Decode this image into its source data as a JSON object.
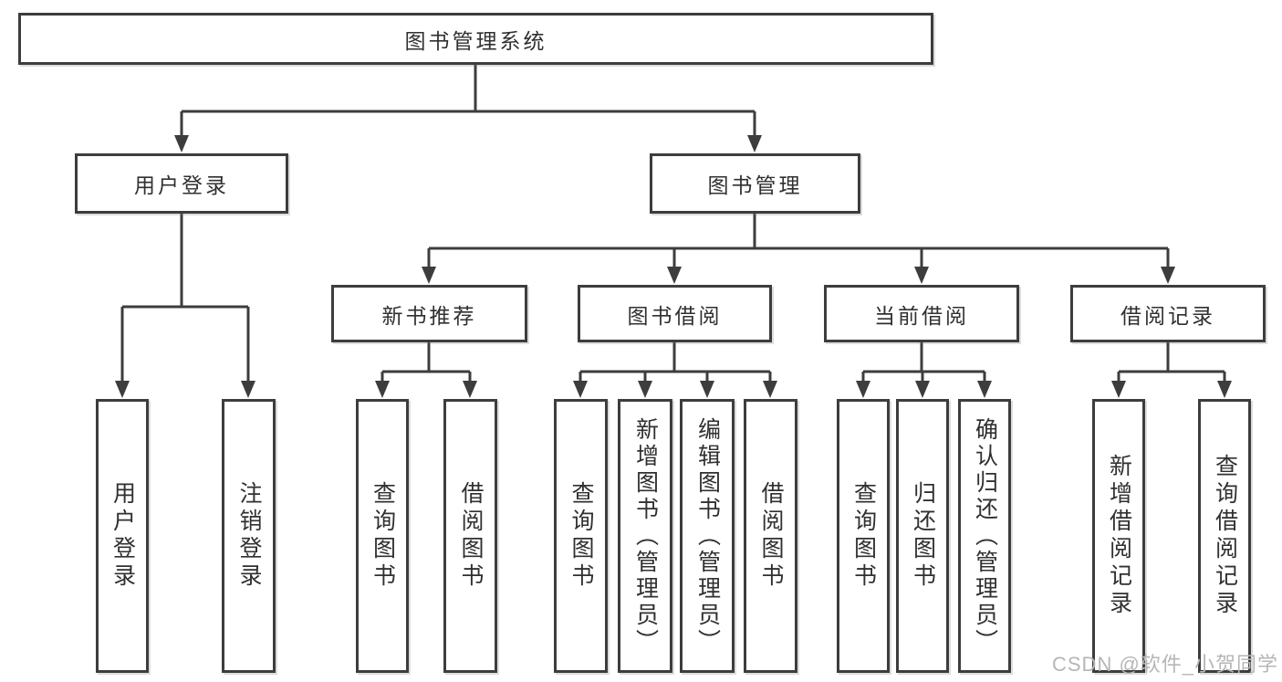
{
  "tree": {
    "root": {
      "label": "图书管理系统"
    },
    "branches": [
      {
        "label": "用户登录",
        "leaves": [
          {
            "label": "用户登录"
          },
          {
            "label": "注销登录"
          }
        ]
      },
      {
        "label": "图书管理",
        "groups": [
          {
            "label": "新书推荐",
            "leaves": [
              {
                "label": "查询图书"
              },
              {
                "label": "借阅图书"
              }
            ]
          },
          {
            "label": "图书借阅",
            "leaves": [
              {
                "label": "查询图书"
              },
              {
                "label": "新增图书（管理员）"
              },
              {
                "label": "编辑图书（管理员）"
              },
              {
                "label": "借阅图书"
              }
            ]
          },
          {
            "label": "当前借阅",
            "leaves": [
              {
                "label": "查询图书"
              },
              {
                "label": "归还图书"
              },
              {
                "label": "确认归还（管理员）"
              }
            ]
          },
          {
            "label": "借阅记录",
            "leaves": [
              {
                "label": "新增借阅记录"
              },
              {
                "label": "查询借阅记录"
              }
            ]
          }
        ]
      }
    ]
  },
  "watermark": {
    "text": "CSDN @软件_小贺同学"
  },
  "colors": {
    "line": "#3d3d3d",
    "box_border": "#3d3d3d",
    "text": "#303030",
    "watermark": "#b6b6b6",
    "background": "#ffffff"
  }
}
